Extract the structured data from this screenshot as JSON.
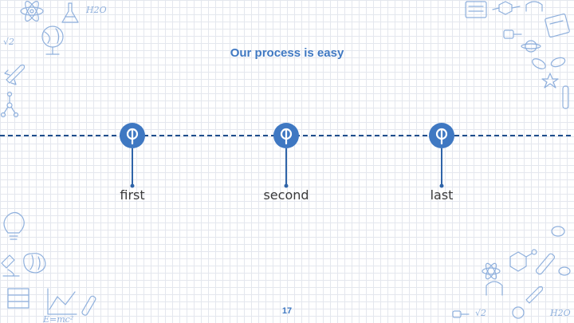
{
  "slide": {
    "title": "Our process is easy",
    "page_number": "17"
  },
  "steps": [
    {
      "label": "first",
      "icon": "balloon-icon"
    },
    {
      "label": "second",
      "icon": "balloon-icon"
    },
    {
      "label": "last",
      "icon": "balloon-icon"
    }
  ],
  "decorations": {
    "formula_top": "H2O",
    "formula_bottom": "H2O",
    "sqrt_label": "√2"
  },
  "colors": {
    "accent": "#3f78c2",
    "timeline": "#1f4e8c",
    "doodle": "#8fb0dd"
  }
}
